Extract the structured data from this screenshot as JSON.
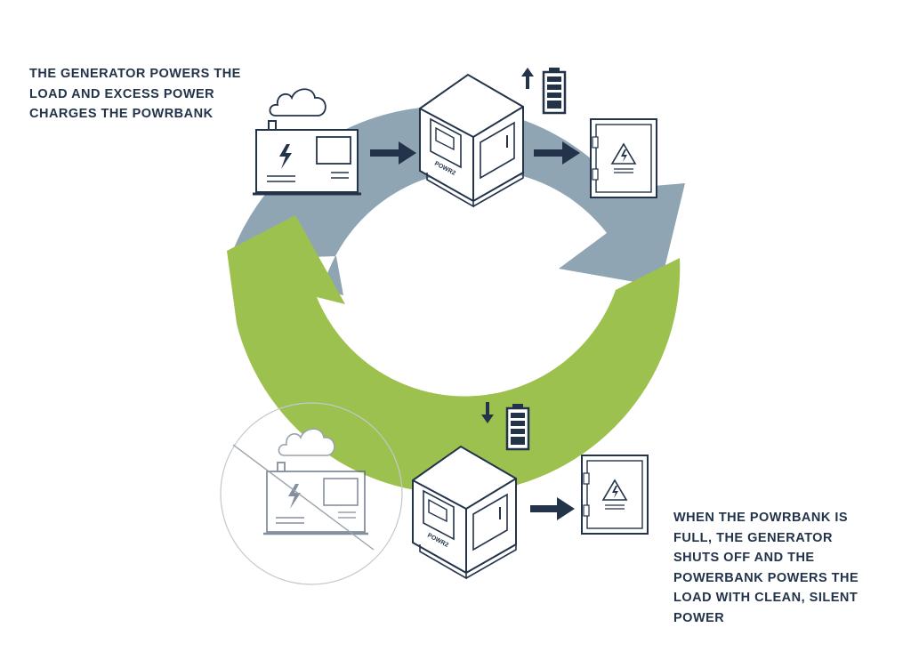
{
  "captions": {
    "top": [
      "THE GENERATOR POWERS THE",
      "LOAD AND EXCESS POWER",
      "CHARGES THE POWRBANK"
    ],
    "bottom": [
      "WHEN THE POWRBANK IS",
      "FULL, THE GENERATOR",
      "SHUTS OFF AND THE",
      "POWERBANK POWERS THE",
      "LOAD WITH CLEAN, SILENT",
      "POWER"
    ]
  },
  "powrbank_brand": "POWR2",
  "colors": {
    "grey_arc": "#8fa5b3",
    "green_arc": "#9dc14f",
    "navy": "#22334a",
    "outline": "#b9bec4"
  },
  "icons": [
    "generator-icon",
    "powrbank-icon",
    "load-panel-icon",
    "battery-icon",
    "arrow-icon",
    "cloud-icon",
    "lightning-icon"
  ]
}
